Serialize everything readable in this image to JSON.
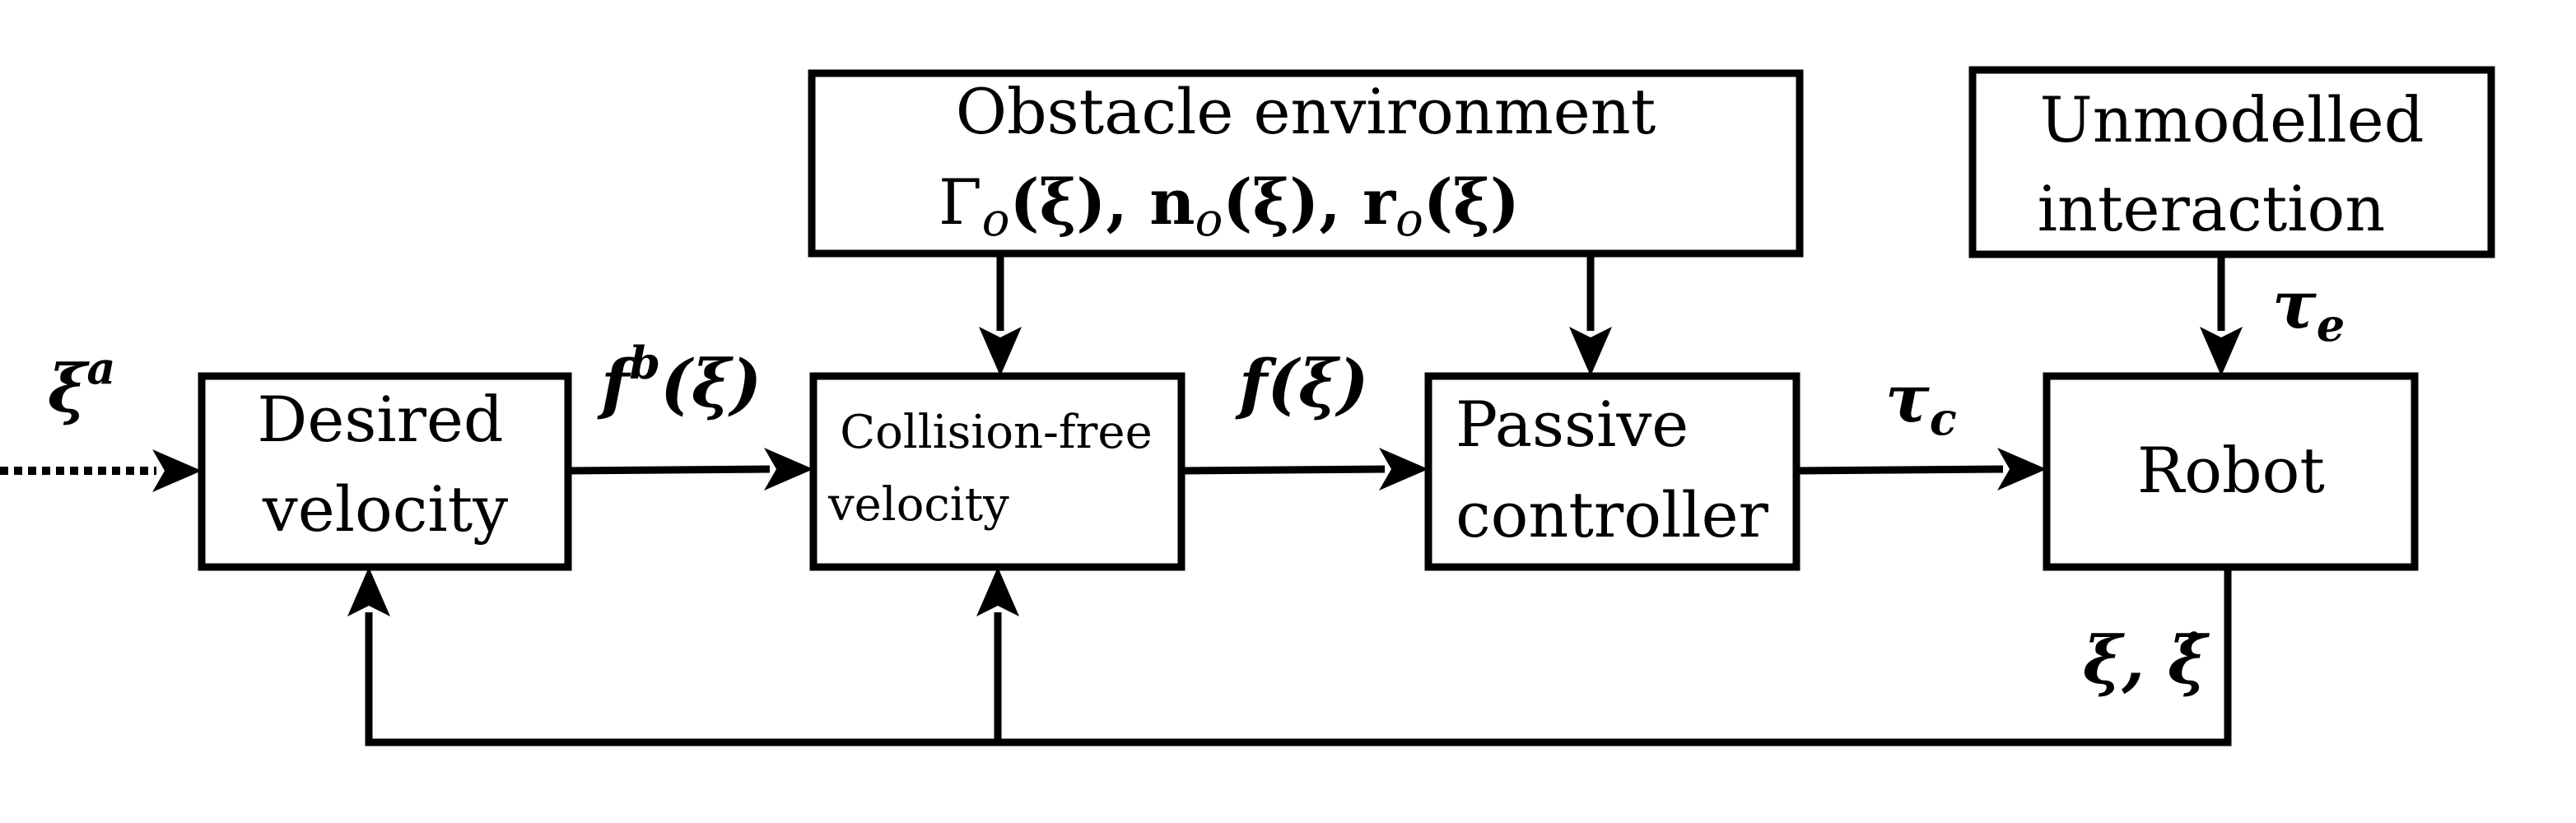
{
  "blocks": {
    "obstacle": {
      "line1": "Obstacle environment",
      "line2_gamma": "Γ",
      "line2_o": "o",
      "line2_rest": "(ξ), n",
      "line2_rest2": "(ξ), r",
      "line2_end": "(ξ)"
    },
    "unmodelled": {
      "line1": "Unmodelled",
      "line2": "interaction"
    },
    "desired": {
      "line1": "Desired",
      "line2": "velocity"
    },
    "collision": {
      "line1": "Collision-free",
      "line2": "velocity"
    },
    "passive": {
      "line1": "Passive",
      "line2": "controller"
    },
    "robot": {
      "line1": "Robot"
    }
  },
  "signals": {
    "input": {
      "base": "ξ",
      "sup": "a"
    },
    "fb": {
      "base": "f",
      "sup": "b",
      "arg": "(ξ)"
    },
    "f": {
      "base": "f",
      "arg": "(ξ)"
    },
    "tau_c": {
      "base": "τ",
      "sub": "c"
    },
    "tau_e": {
      "base": "τ",
      "sub": "e"
    },
    "state": {
      "text": "ξ, ξ̇"
    }
  }
}
